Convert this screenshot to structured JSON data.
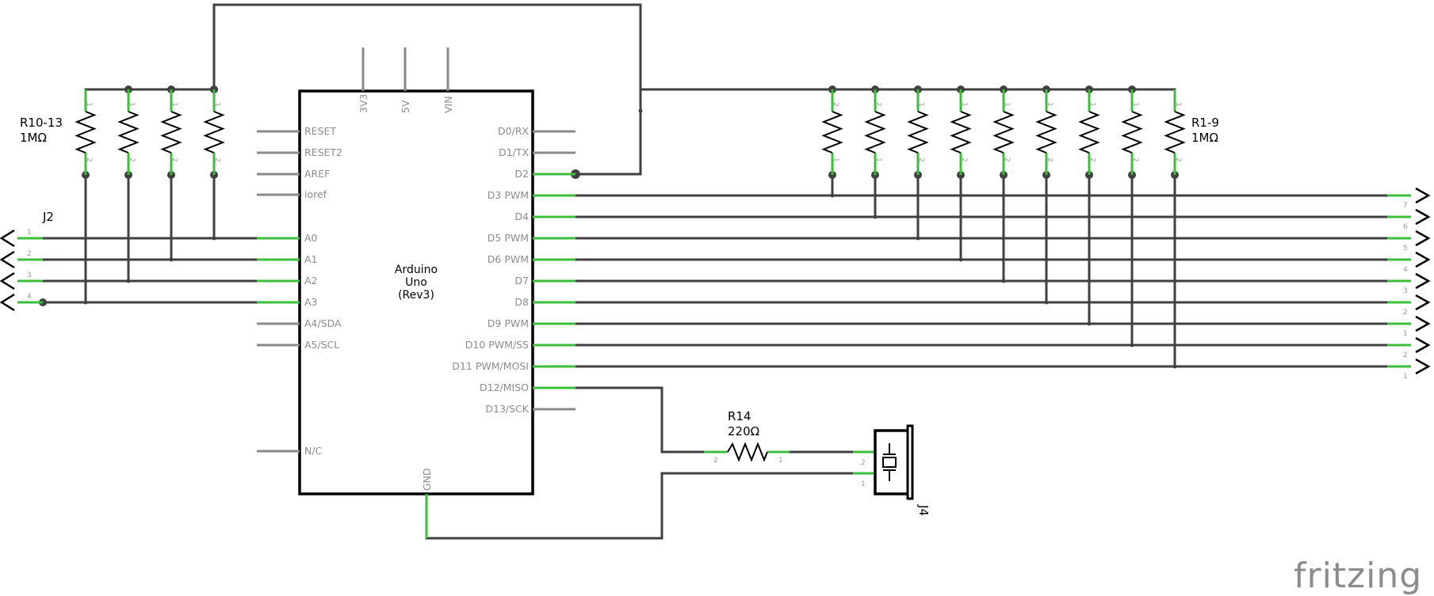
{
  "app": "Fritzing",
  "logo_text": "fritzing",
  "colors": {
    "wire": "#404040",
    "connected_pin": "#3cbe3c",
    "unconnected_pin": "#8a8a8a",
    "part_outline": "#000000",
    "logo": "#8c8c8c"
  },
  "arduino": {
    "title_lines": [
      "Arduino",
      "Uno",
      "(Rev3)"
    ],
    "top_pins": [
      "3V3",
      "5V",
      "VIN"
    ],
    "bottom_pin": "GND",
    "left_pins": [
      {
        "label": "RESET",
        "connected": false
      },
      {
        "label": "RESET2",
        "connected": false
      },
      {
        "label": "AREF",
        "connected": false
      },
      {
        "label": "ioref",
        "connected": false
      },
      {
        "label": "A0",
        "connected": true
      },
      {
        "label": "A1",
        "connected": true
      },
      {
        "label": "A2",
        "connected": true
      },
      {
        "label": "A3",
        "connected": true
      },
      {
        "label": "A4/SDA",
        "connected": false
      },
      {
        "label": "A5/SCL",
        "connected": false
      },
      {
        "label": "N/C",
        "connected": false
      }
    ],
    "right_pins": [
      {
        "label": "D0/RX",
        "connected": false
      },
      {
        "label": "D1/TX",
        "connected": false
      },
      {
        "label": "D2",
        "connected": true
      },
      {
        "label": "D3 PWM",
        "connected": true
      },
      {
        "label": "D4",
        "connected": true
      },
      {
        "label": "D5 PWM",
        "connected": true
      },
      {
        "label": "D6 PWM",
        "connected": true
      },
      {
        "label": "D7",
        "connected": true
      },
      {
        "label": "D8",
        "connected": true
      },
      {
        "label": "D9 PWM",
        "connected": true
      },
      {
        "label": "D10 PWM/SS",
        "connected": true
      },
      {
        "label": "D11 PWM/MOSI",
        "connected": true
      },
      {
        "label": "D12/MISO",
        "connected": true
      },
      {
        "label": "D13/SCK",
        "connected": false
      }
    ]
  },
  "resistor_banks": [
    {
      "label": "R10-13",
      "value": "1MΩ",
      "count": 4,
      "pin_top": [
        "1",
        "1",
        "1",
        "1"
      ],
      "pin_bottom": [
        "2",
        "2",
        "2",
        "2"
      ]
    },
    {
      "label": "R1-9",
      "value": "1MΩ",
      "count": 9,
      "pin_top": [
        "2",
        "2",
        "1",
        "1",
        "1",
        "1",
        "1",
        "1",
        "1"
      ],
      "pin_bottom": [
        "1",
        "1",
        "2",
        "2",
        "2",
        "2",
        "2",
        "2",
        "2"
      ]
    }
  ],
  "r14": {
    "label": "R14",
    "value": "220Ω",
    "pin_left": "2",
    "pin_right": "1"
  },
  "j2": {
    "label": "J2",
    "pins": [
      "1",
      "2",
      "3",
      "4"
    ]
  },
  "j4": {
    "label": "J4",
    "pins": [
      "2",
      "1"
    ]
  },
  "right_connector_pins": [
    "7",
    "6",
    "5",
    "4",
    "3",
    "2",
    "1",
    "2",
    "1"
  ]
}
